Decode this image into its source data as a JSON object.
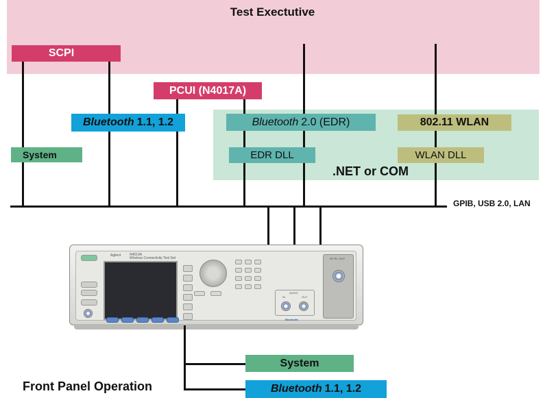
{
  "regions": {
    "test_executive": {
      "title": "Test Exectutive",
      "color": "#f2cdd8"
    },
    "dotnet_com": {
      "title": ".NET or COM",
      "color": "#c9e6d6"
    }
  },
  "labels": {
    "scpi": {
      "text": "SCPI",
      "color": "#d43d6a"
    },
    "pcui": {
      "text": "PCUI (N4017A)",
      "color": "#d43d6a"
    },
    "bluetooth_11_12": {
      "italic": "Bluetooth",
      "rest": "1.1, 1.2",
      "color": "#12a1d9"
    },
    "system": {
      "text": "System",
      "color": "#5fb286"
    },
    "bluetooth_20": {
      "italic": "Bluetooth",
      "rest": "2.0 (EDR)",
      "color": "#5fb4ae"
    },
    "edr_dll": {
      "text": "EDR DLL",
      "color": "#5fb4ae"
    },
    "wlan_80211": {
      "text": "802.11 WLAN",
      "color": "#bdbe7e"
    },
    "wlan_dll": {
      "text": "WLAN DLL",
      "color": "#bdbe7e"
    },
    "bottom_system": {
      "text": "System",
      "color": "#5fb286"
    },
    "bottom_bluetooth": {
      "italic": "Bluetooth",
      "rest": "1.1, 1.2",
      "color": "#12a1d9"
    }
  },
  "bus_label": "GPIB, USB 2.0, LAN",
  "front_panel_label": "Front Panel Operation",
  "instrument": {
    "brand": "Agilent",
    "model": "N4010A",
    "subtitle": "Wireless Connectivity Test Set",
    "io_label": "AUDIO",
    "io_in": "IN",
    "io_out": "OUT",
    "rf_label": "RF IN / OUT",
    "badge": "Bluetooth"
  }
}
